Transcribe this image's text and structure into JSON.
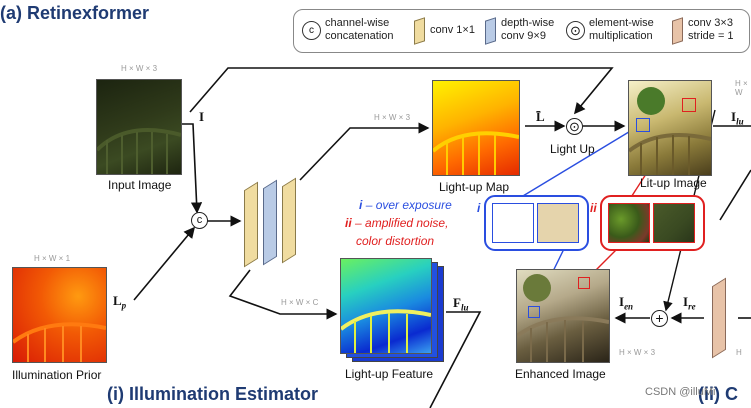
{
  "title": "(a) Retinexformer",
  "subtitle": "(i) Illumination Estimator",
  "subtitle_cut": "(ii) C",
  "legend": {
    "concat_symbol": "c",
    "concat_label_1": "channel-wise",
    "concat_label_2": "concatenation",
    "conv1_label": "conv 1×1",
    "dw_label_1": "depth-wise",
    "dw_label_2": "conv 9×9",
    "mul_symbol": "⊙",
    "mul_label_1": "element-wise",
    "mul_label_2": "multiplication",
    "conv3_label_1": "conv 3×3",
    "conv3_label_2": "stride = 1"
  },
  "nodes": {
    "input_image": {
      "caption": "Input Image",
      "dim": "H × W × 3",
      "symbol": "I"
    },
    "illum_prior": {
      "caption": "Illumination Prior",
      "dim": "H × W × 1",
      "symbol": "L",
      "sub": "p"
    },
    "lightup_map": {
      "caption": "Light-up Map",
      "dim": "H × W × 3",
      "symbol": "L̄"
    },
    "lightup_feature": {
      "caption": "Light-up Feature",
      "dim": "H × W × C",
      "symbol": "F",
      "sub": "lu"
    },
    "lit_up_image": {
      "caption": "Lit-up Image",
      "dim": "H × W",
      "symbol": "I",
      "sub": "lu"
    },
    "enhanced_image": {
      "caption": "Enhanced Image",
      "dim": "H × W × 3",
      "symbol": "I",
      "sub": "en"
    },
    "residual": {
      "symbol": "I",
      "sub": "re"
    }
  },
  "ops": {
    "light_up": "Light Up",
    "concat_symbol": "c",
    "mul_symbol": "⊙",
    "add_symbol": "+"
  },
  "annotations": {
    "i_label": "i",
    "i_text": "– over exposure",
    "ii_label": "ii",
    "ii_text_1": "– amplified noise,",
    "ii_text_2": "color distortion",
    "bubble_i": "i",
    "bubble_ii": "ii"
  },
  "watermark": "CSDN @illuMi",
  "colors": {
    "title": "#1f3b73",
    "over_exposure": "#2a4ee0",
    "noise": "#e02020",
    "conv1": "#f0dca0",
    "depthwise": "#b9cbe6",
    "conv3": "#e8c3a8"
  }
}
